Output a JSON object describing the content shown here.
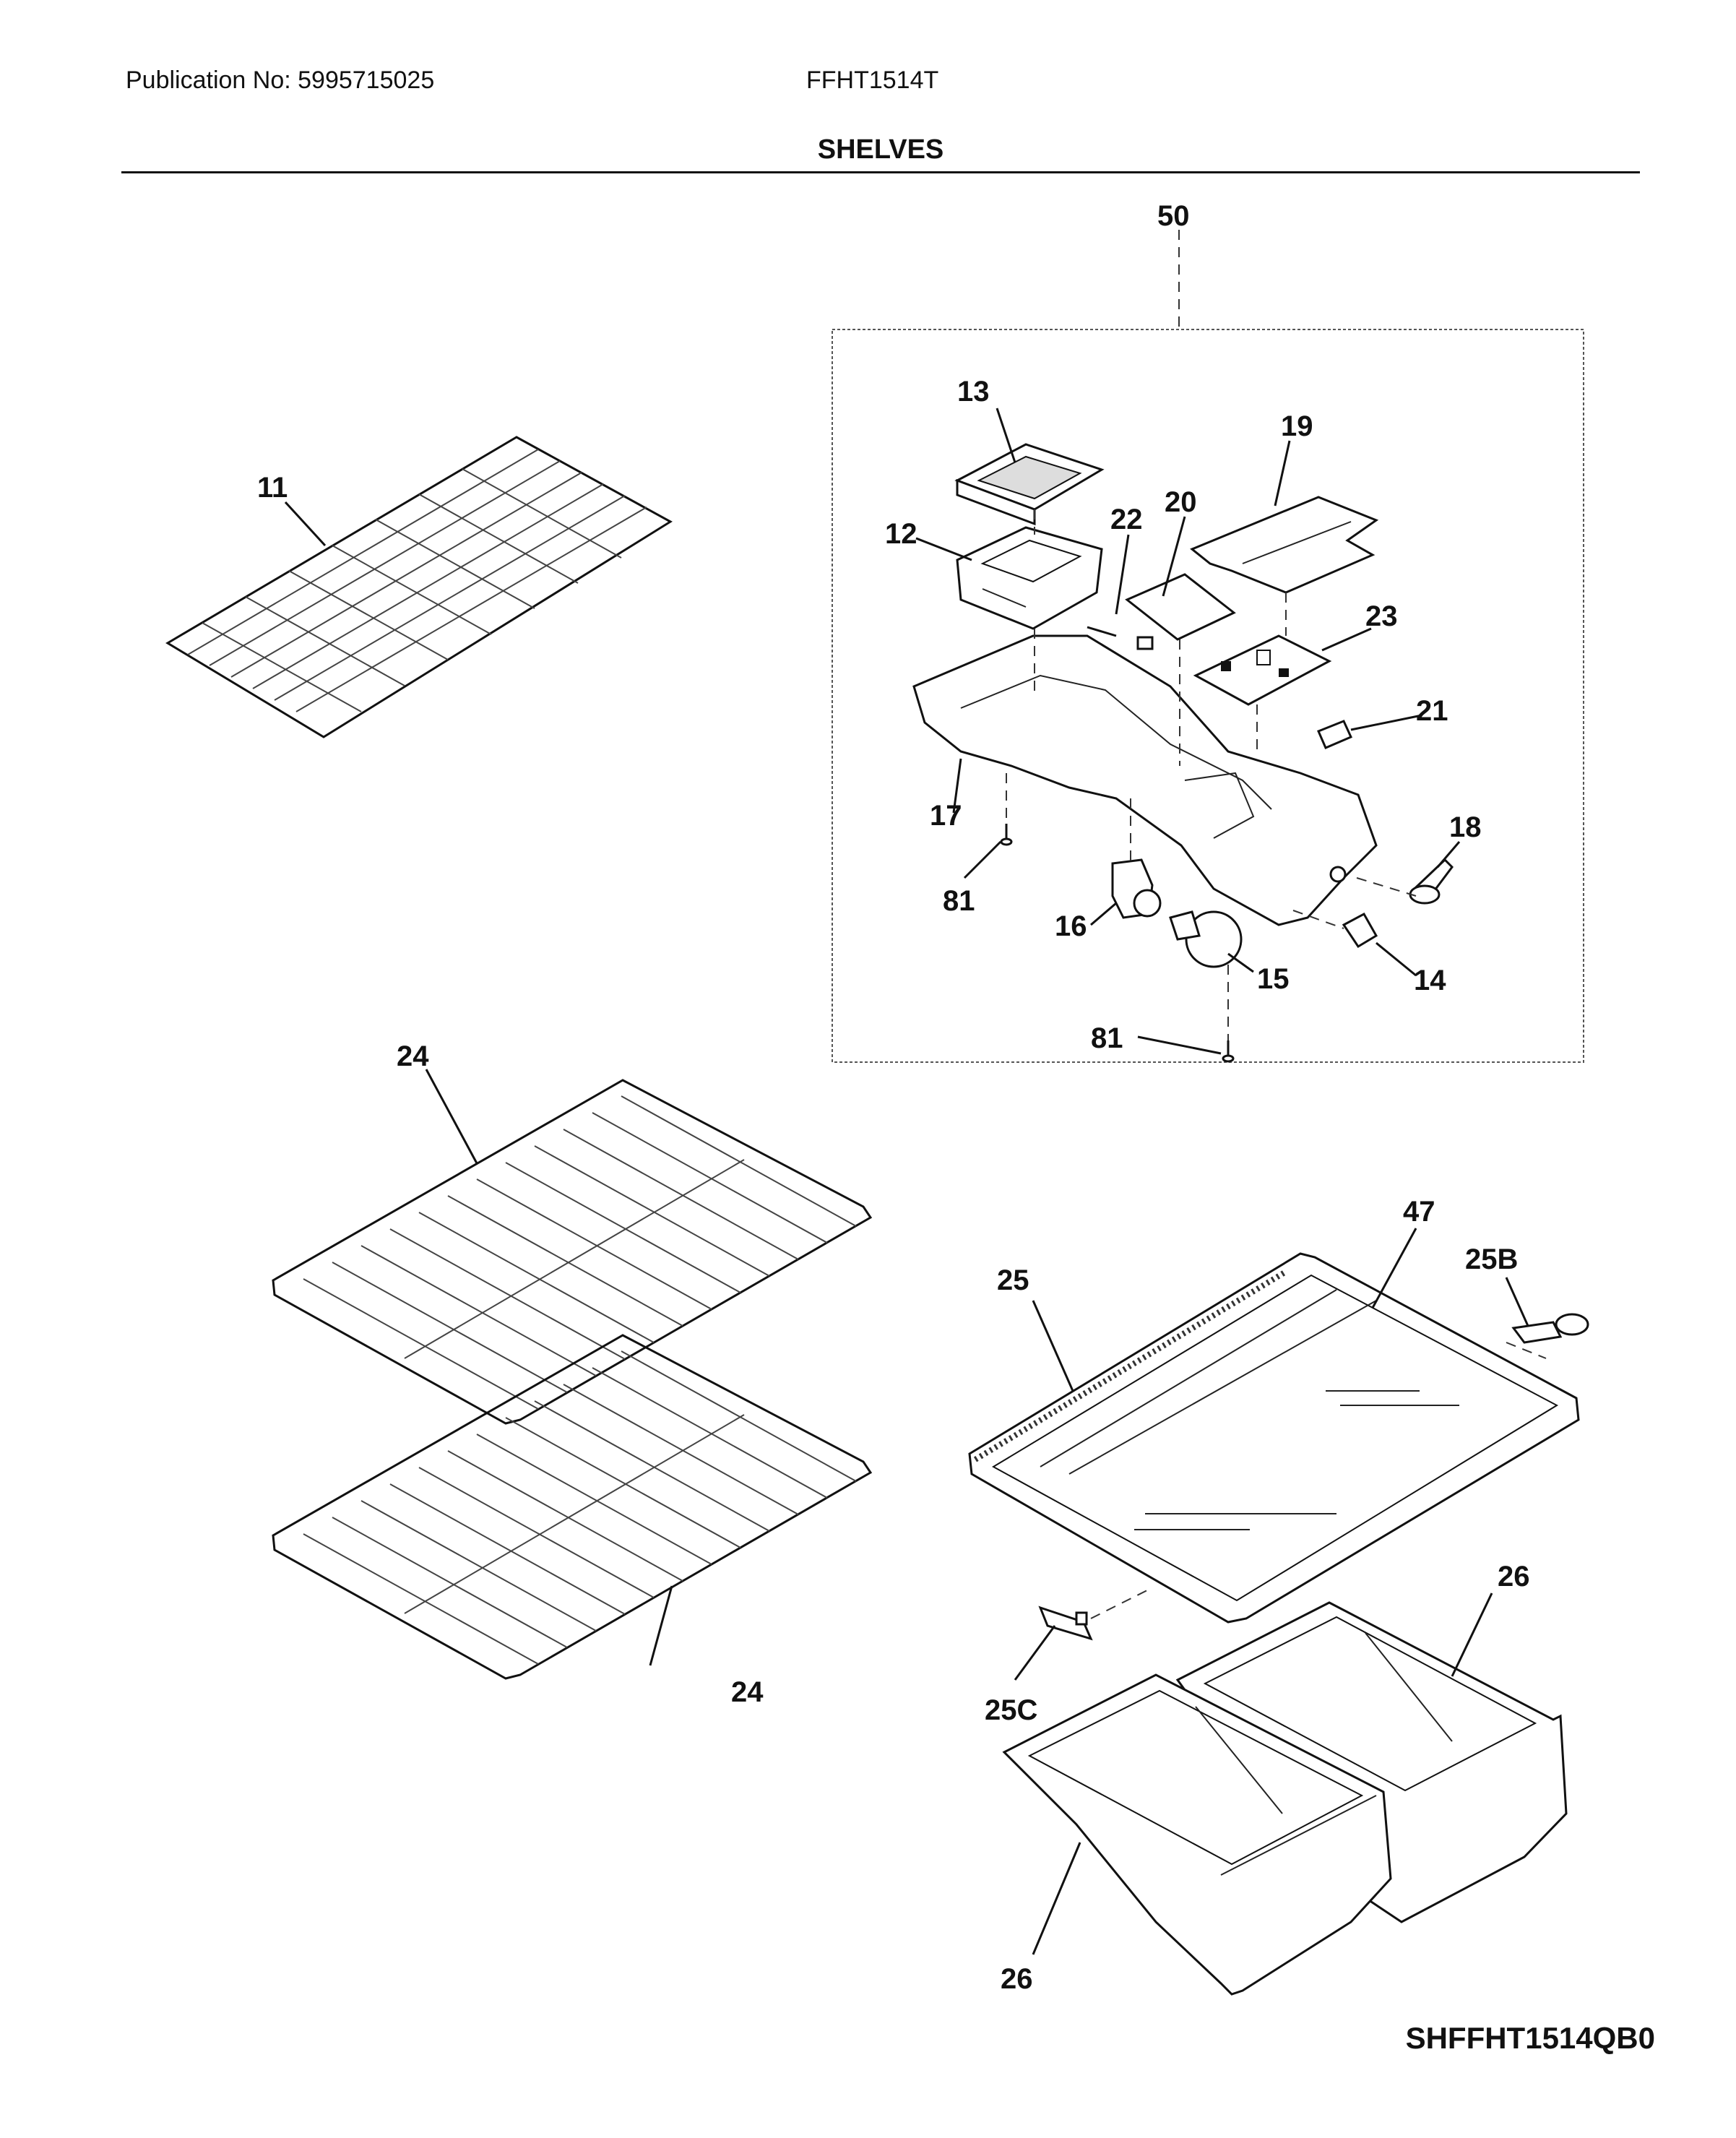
{
  "header": {
    "publication": "Publication No: 5995715025",
    "model": "FFHT1514T",
    "title": "SHELVES"
  },
  "diagram_code": "SHFFHT1514QB0",
  "callouts": {
    "c50": "50",
    "c13": "13",
    "c19": "19",
    "c11": "11",
    "c12": "12",
    "c22": "22",
    "c20": "20",
    "c23": "23",
    "c21": "21",
    "c17": "17",
    "c18": "18",
    "c81a": "81",
    "c16": "16",
    "c15": "15",
    "c14": "14",
    "c81b": "81",
    "c24a": "24",
    "c47": "47",
    "c25B": "25B",
    "c25": "25",
    "c26a": "26",
    "c24b": "24",
    "c25C": "25C",
    "c26b": "26"
  }
}
